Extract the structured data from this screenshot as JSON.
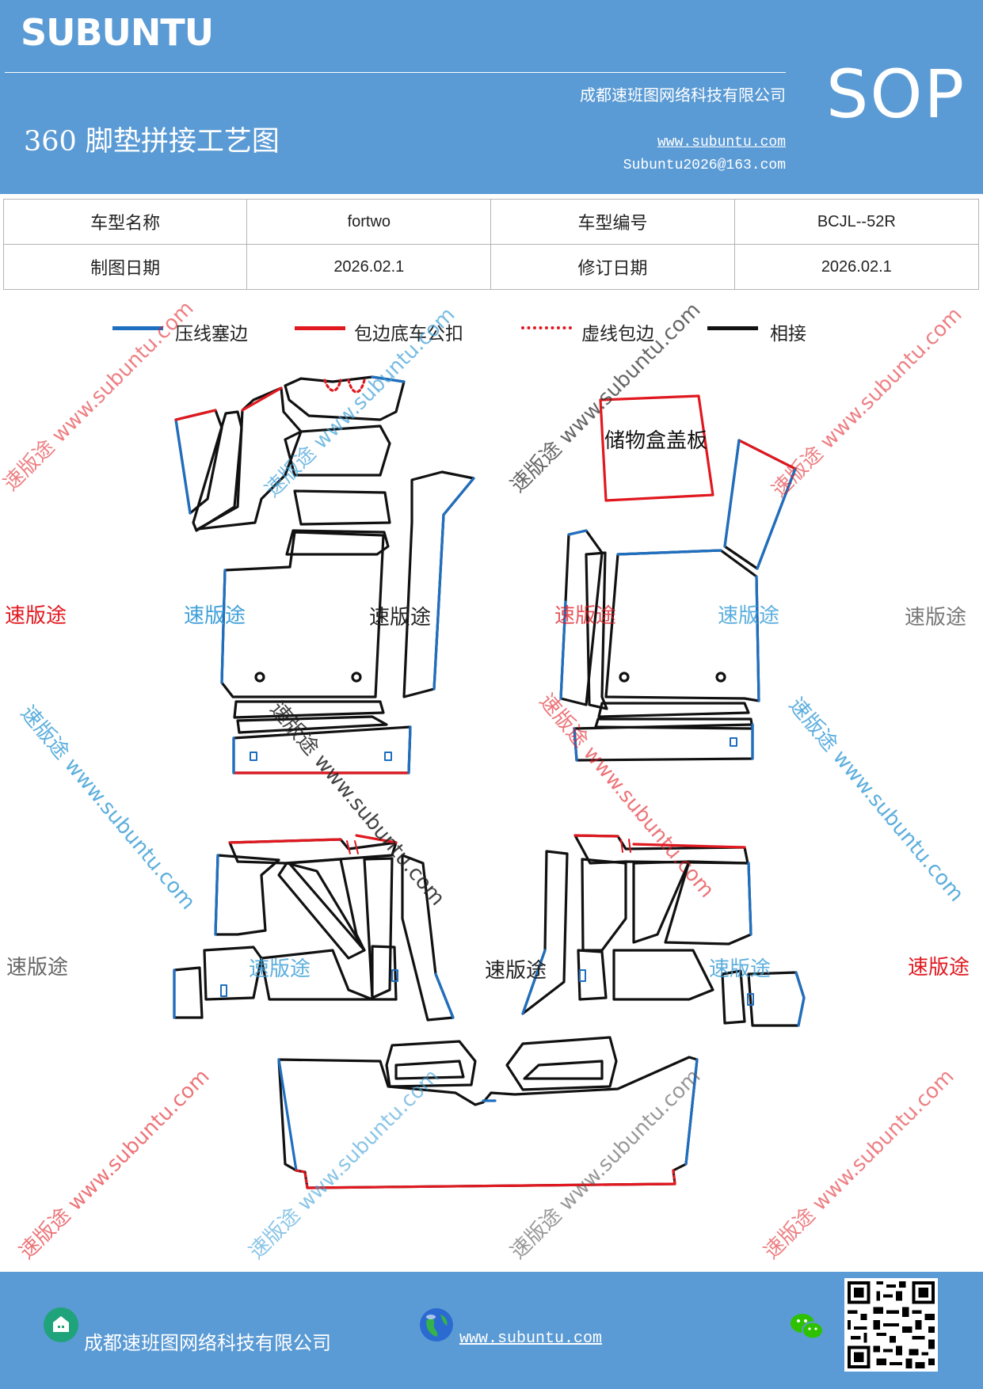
{
  "header": {
    "brand": "SUBUNTU",
    "company": "成都速班图网络科技有限公司",
    "title": "360 脚垫拼接工艺图",
    "website": "www.subuntu.com",
    "email": "Subuntu2026@163.com",
    "badge": "SOP"
  },
  "info_table": {
    "row1": {
      "label1": "车型名称",
      "value1": "fortwo",
      "label2": "车型编号",
      "value2": "BCJL--52R"
    },
    "row2": {
      "label1": "制图日期",
      "value1": "2026.02.1",
      "label2": "修订日期",
      "value2": "2026.02.1"
    }
  },
  "legend": [
    {
      "label": "压线塞边",
      "color": "#1f6fc0",
      "style": "solid"
    },
    {
      "label": "包边底车公扣",
      "color": "#e0181f",
      "style": "solid"
    },
    {
      "label": "虚线包边",
      "color": "#e0181f",
      "style": "dotted"
    },
    {
      "label": "相接",
      "color": "#111111",
      "style": "solid"
    }
  ],
  "diagram": {
    "storage_lid_label": "储物盒盖板"
  },
  "watermarks": {
    "brand_text": "速版途",
    "url_text": "速版途 www.subuntu.com",
    "url_text_reverse": "速版途 www.subuntu.com"
  },
  "footer": {
    "company": "成都速班图网络科技有限公司",
    "website": "www.subuntu.com ",
    "icons": [
      "building-icon",
      "globe-icon",
      "wechat-icon",
      "qr-code"
    ]
  }
}
